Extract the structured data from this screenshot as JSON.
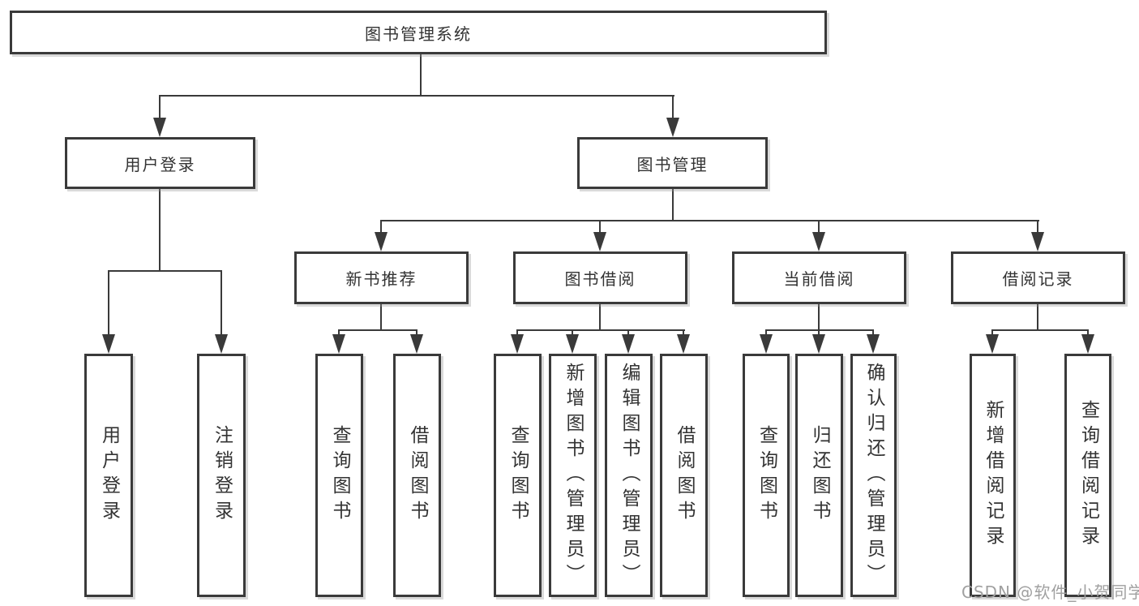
{
  "title": "图书管理系统",
  "level2": {
    "user_login": "用户登录",
    "book_mgmt": "图书管理"
  },
  "level3": {
    "new_books": "新书推荐",
    "borrow": "图书借阅",
    "current": "当前借阅",
    "records": "借阅记录"
  },
  "level4": {
    "user_login_children": [
      "用户登录",
      "注销登录"
    ],
    "new_books_children": [
      "查询图书",
      "借阅图书"
    ],
    "borrow_children": [
      "查询图书",
      "新增图书（管理员）",
      "编辑图书（管理员）",
      "借阅图书"
    ],
    "current_children": [
      "查询图书",
      "归还图书",
      "确认归还（管理员）"
    ],
    "records_children": [
      "新增借阅记录",
      "查询借阅记录"
    ]
  },
  "watermark": "CSDN @软件_小贺同学",
  "colors": {
    "line": "#3a3a3a",
    "text": "#333333",
    "watermark": "#a0a0a0",
    "background": "#ffffff"
  }
}
